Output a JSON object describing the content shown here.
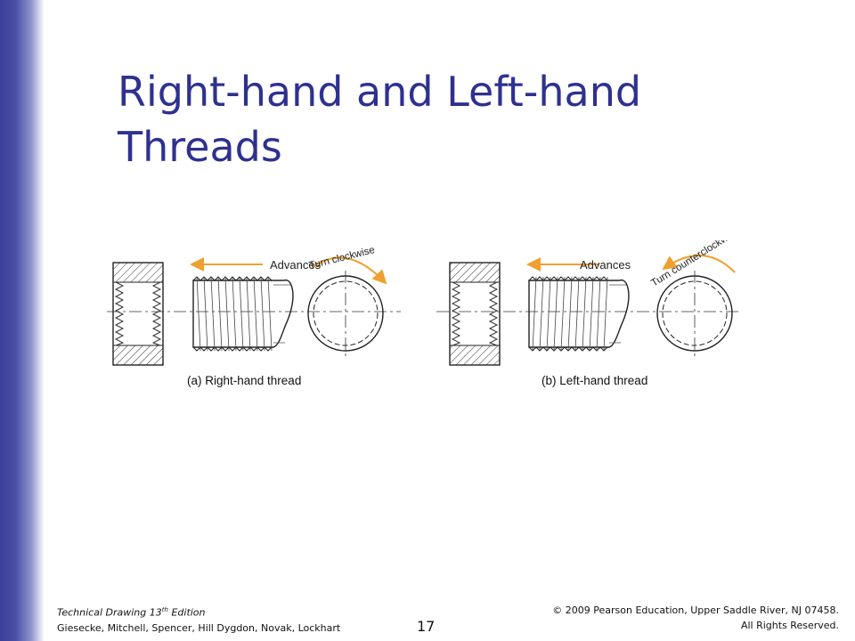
{
  "slide": {
    "title_line1": "Right-hand and Left-hand",
    "title_line2": "Threads",
    "page_number": "17"
  },
  "figure": {
    "panel_a": {
      "caption": "(a) Right-hand thread",
      "advances_label": "Advances",
      "turn_label": "Turn clockwise"
    },
    "panel_b": {
      "caption": "(b) Left-hand thread",
      "advances_label": "Advances",
      "turn_label": "Turn counterclockwise"
    },
    "arrow_color": "#f0a030"
  },
  "footer": {
    "book_title": "Technical Drawing  13",
    "book_title_sup": "th",
    "book_title_suffix": " Edition",
    "authors": "Giesecke, Mitchell, Spencer, Hill Dygdon, Novak, Lockhart",
    "copyright_line1": "© 2009 Pearson Education, Upper Saddle River, NJ 07458.",
    "copyright_line2": "All Rights Reserved."
  }
}
